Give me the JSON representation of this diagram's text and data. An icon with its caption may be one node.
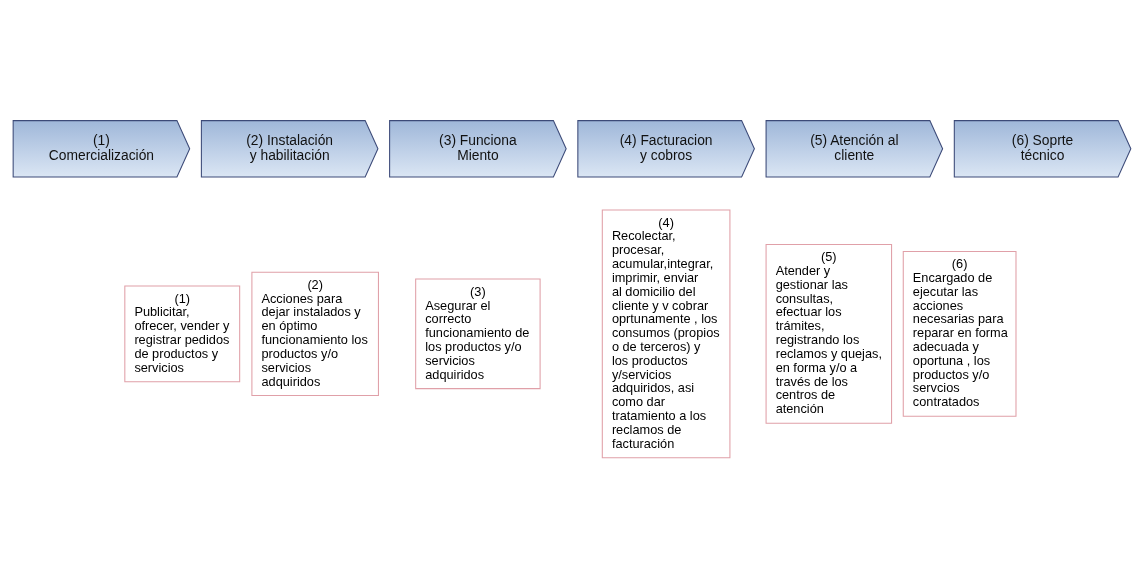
{
  "diagram": {
    "nodes": [
      {
        "text": [
          "(1) Comercialización"
        ]
      },
      {
        "text": [
          "(2) Instalación y habilitación"
        ]
      },
      {
        "text": [
          "(3) Funciona Miento"
        ]
      },
      {
        "text": [
          "(4) Facturacion y cobros"
        ]
      },
      {
        "text": [
          "(5) Atención al cliente"
        ]
      },
      {
        "text": [
          "(6) Soprte técnico"
        ]
      },
      {
        "text": [
          "(1)",
          "Publicitar, ofrecer, vender y registrar pedidos de productos y servicios"
        ]
      },
      {
        "text": [
          "(2)",
          "Acciones para dejar instalados y en óptimo funcionamiento los productos y/o servicios adquiridos"
        ]
      },
      {
        "text": [
          "(3)",
          "Asegurar el correcto funcionamiento de los productos y/o servicios adquiridos"
        ]
      },
      {
        "text": [
          "(4)",
          "Recolectar, procesar, acumular,integrar, imprimir, enviar al domicilio del cliente y v cobrar oprtunamente , los consumos (propios o de terceros) y los productos y/servicios adquiridos, asi como dar tratamiento a los reclamos de facturación"
        ]
      },
      {
        "text": [
          "(5)",
          "Atender y gestionar las consultas, efectuar los trámites, registrando los reclamos y quejas, en forma y/o a través de los centros de atención"
        ]
      },
      {
        "text": [
          "(6)",
          "Encargado de ejecutar las acciones necesarias para reparar en forma adecuada y oportuna , los productos y/o servcios contratados"
        ]
      }
    ],
    "edges": []
  }
}
